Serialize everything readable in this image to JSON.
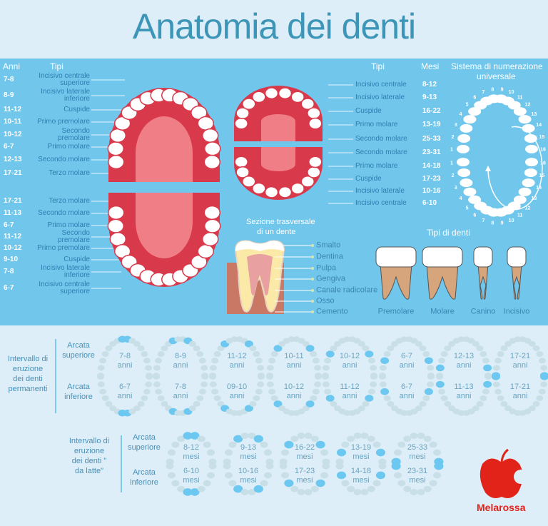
{
  "title": "Anatomia dei denti",
  "permanent": {
    "anni_header": "Anni",
    "tipi_header": "Tipi",
    "upper": [
      {
        "age": "7-8",
        "type": "Incisivo centrale superiore"
      },
      {
        "age": "8-9",
        "type": "Incisivo laterale inferiore"
      },
      {
        "age": "11-12",
        "type": "Cuspide"
      },
      {
        "age": "10-11",
        "type": "Primo premolare"
      },
      {
        "age": "10-12",
        "type": "Secondo premolare"
      },
      {
        "age": "6-7",
        "type": "Primo molare"
      },
      {
        "age": "12-13",
        "type": "Secondo molare"
      },
      {
        "age": "17-21",
        "type": "Terzo molare"
      }
    ],
    "lower": [
      {
        "age": "17-21",
        "type": "Terzo molare"
      },
      {
        "age": "11-13",
        "type": "Secondo molare"
      },
      {
        "age": "6-7",
        "type": "Primo molare"
      },
      {
        "age": "11-12",
        "type": "Secondo premolare"
      },
      {
        "age": "10-12",
        "type": "Primo premolare"
      },
      {
        "age": "9-10",
        "type": "Cuspide"
      },
      {
        "age": "7-8",
        "type": "Incisivo laterale inferiore"
      },
      {
        "age": "6-7",
        "type": "Incisivo centrale superiore"
      }
    ]
  },
  "primary": {
    "tipi_header": "Tipi",
    "mesi_header": "Mesi",
    "rows": [
      {
        "type": "Incisivo centrale",
        "months": "8-12"
      },
      {
        "type": "Incisivo laterale",
        "months": "9-13"
      },
      {
        "type": "Cuspide",
        "months": "16-22"
      },
      {
        "type": "Primo molare",
        "months": "13-19"
      },
      {
        "type": "Secondo molare",
        "months": "25-33"
      },
      {
        "type": "Secondo molare",
        "months": "23-31"
      },
      {
        "type": "Primo molare",
        "months": "14-18"
      },
      {
        "type": "Cuspide",
        "months": "17-23"
      },
      {
        "type": "Incisivo laterale",
        "months": "10-16"
      },
      {
        "type": "Incisivo centrale",
        "months": "6-10"
      }
    ]
  },
  "universal": {
    "title_line1": "Sistema di numerazione",
    "title_line2": "universale"
  },
  "cross_section": {
    "title_line1": "Sezione trasversale",
    "title_line2": "di un dente",
    "parts": [
      "Smalto",
      "Dentina",
      "Pulpa",
      "Gengiva",
      "Canale radicolare",
      "Osso",
      "Cemento"
    ]
  },
  "tooth_types": {
    "title": "Tipi di denti",
    "types": [
      "Premolare",
      "Molare",
      "Canino",
      "Incisivo"
    ]
  },
  "eruption_permanent": {
    "label": [
      "Intervallo di",
      "eruzione",
      "dei denti",
      "permanenti"
    ],
    "upper_label": [
      "Arcata",
      "superiore"
    ],
    "lower_label": [
      "Arcata",
      "inferiore"
    ],
    "unit": "anni",
    "upper": [
      "7-8",
      "8-9",
      "11-12",
      "10-11",
      "10-12",
      "6-7",
      "12-13",
      "17-21"
    ],
    "lower": [
      "6-7",
      "7-8",
      "09-10",
      "10-12",
      "11-12",
      "6-7",
      "11-13",
      "17-21"
    ]
  },
  "eruption_primary": {
    "label": [
      "Intervallo di",
      "eruzione",
      "dei denti \"",
      "da latte\""
    ],
    "upper_label": [
      "Arcata",
      "superiore"
    ],
    "lower_label": [
      "Arcata",
      "inferiore"
    ],
    "unit": "mesi",
    "upper": [
      "8-12",
      "9-13",
      "16-22",
      "13-19",
      "25-33"
    ],
    "lower": [
      "6-10",
      "10-16",
      "17-23",
      "14-18",
      "23-31"
    ]
  },
  "brand": "Melarossa",
  "colors": {
    "title": "#3d96b7",
    "panel": "#71c6ec",
    "gum": "#d93a4b",
    "palate": "#f07e87",
    "highlight": "#6cc8f0",
    "brand": "#e2231a"
  }
}
